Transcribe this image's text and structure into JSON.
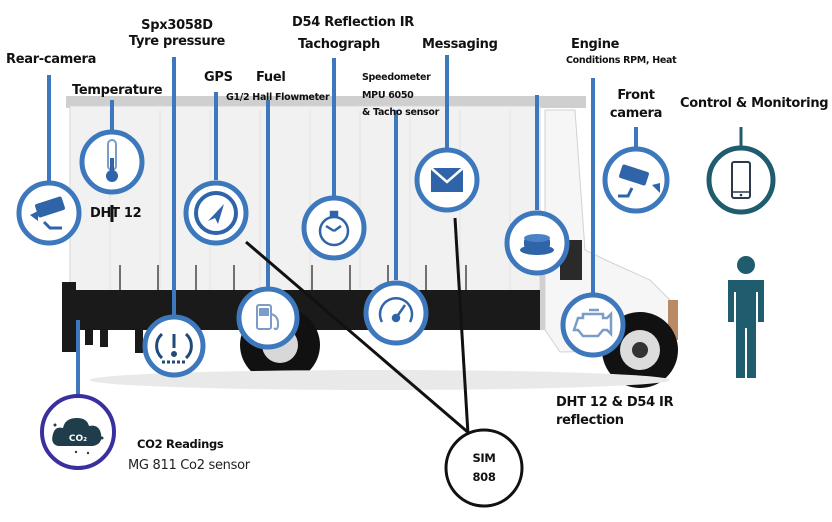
{
  "title": "Smart truck monitoring system diagram",
  "colors": {
    "sensor_blue": "#3d78bd",
    "icon_blue": "#2f64a8",
    "teal": "#1f5d6e",
    "co2_ring": "#3a2f9e",
    "line_black": "#111111"
  },
  "labels": {
    "rear_camera": "Rear-camera",
    "temperature": "Temperature",
    "temperature_sensor": "DHT 12",
    "tyre_sensor": "Spx3058D",
    "tyre": "Tyre pressure",
    "gps": "GPS",
    "fuel": "Fuel",
    "fuel_sensor": "G1/2 Hall Flowmeter",
    "tacho_sensor": "D54 Reflection IR",
    "tacho": "Tachograph",
    "speedo": "Speedometer",
    "speedo_sensor1": "MPU 6050",
    "speedo_sensor2": "& Tacho sensor",
    "messaging": "Messaging",
    "engine": "Engine",
    "engine_detail": "Conditions RPM, Heat",
    "front_camera_1": "Front",
    "front_camera_2": "camera",
    "control": "Control & Monitoring",
    "engine_sensor_1": "DHT 12 & D54 IR",
    "engine_sensor_2": "reflection",
    "co2_1": "CO2 Readings",
    "co2_2": "MG 811 Co2 sensor",
    "co2_icon_text": "CO₂",
    "sim_1": "SIM",
    "sim_2": "808"
  },
  "icons": [
    "rear-camera-icon",
    "thermometer-icon",
    "tyre-pressure-icon",
    "gps-navigation-icon",
    "fuel-pump-icon",
    "stopwatch-icon",
    "speedometer-icon",
    "envelope-icon",
    "sensor-puck-icon",
    "engine-icon",
    "front-camera-icon",
    "smartphone-icon",
    "person-icon",
    "co2-cloud-icon"
  ]
}
